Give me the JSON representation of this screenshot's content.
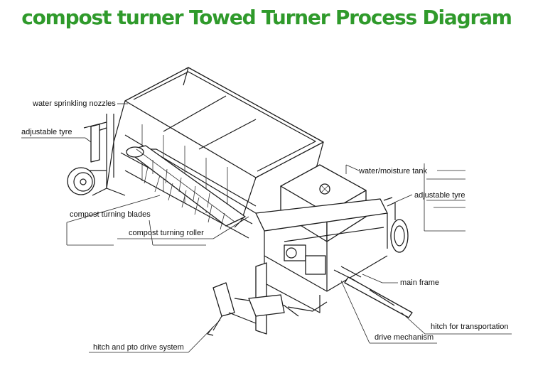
{
  "title": "compost turner Towed Turner Process Diagram",
  "labels": {
    "water_sprinkling_nozzles": "water sprinkling nozzles",
    "adjustable_tyre_left": "adjustable tyre",
    "compost_turning_blades": "compost turning blades",
    "compost_turning_roller": "compost turning roller",
    "water_moisture_tank": "water/moisture tank",
    "adjustable_tyre_right": "adjustable tyre",
    "main_frame": "main frame",
    "hitch_for_transportation": "hitch for transportation",
    "drive_mechanism": "drive mechanism",
    "hitch_and_pto_drive_system": "hitch and pto drive system"
  },
  "colors": {
    "title": "#2f9a2b",
    "lines": "#222222"
  }
}
